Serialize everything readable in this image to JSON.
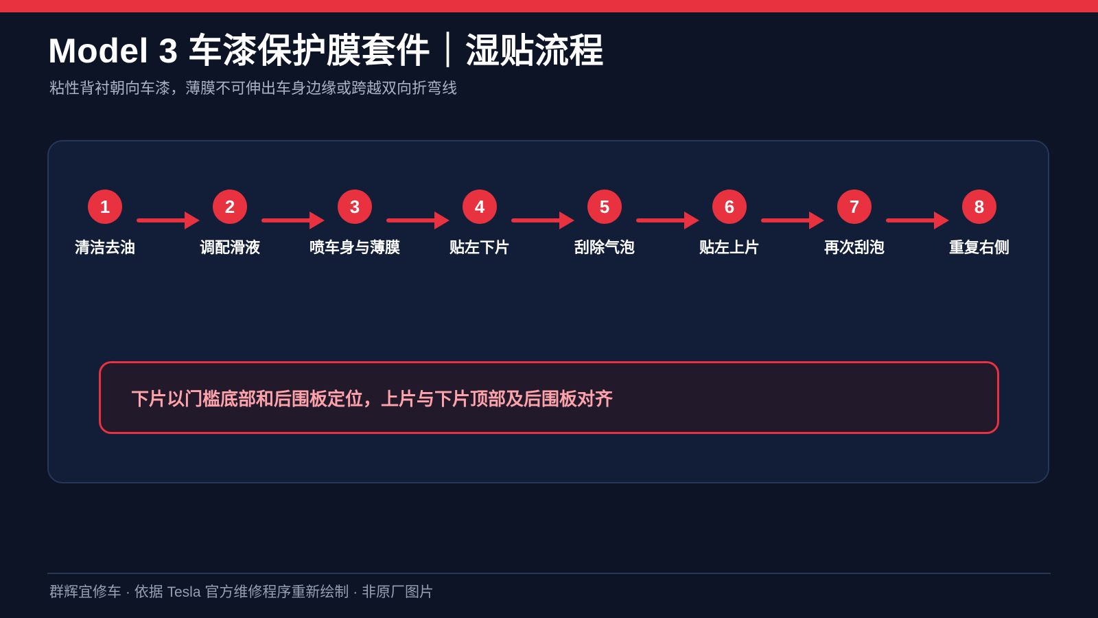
{
  "header": {
    "title": "Model 3 车漆保护膜套件｜湿贴流程",
    "subtitle": "粘性背衬朝向车漆，薄膜不可伸出车身边缘或跨越双向折弯线"
  },
  "flow": {
    "steps": [
      {
        "number": "1",
        "label": "清洁去油"
      },
      {
        "number": "2",
        "label": "调配滑液"
      },
      {
        "number": "3",
        "label": "喷车身与薄膜"
      },
      {
        "number": "4",
        "label": "贴左下片"
      },
      {
        "number": "5",
        "label": "刮除气泡"
      },
      {
        "number": "6",
        "label": "贴左上片"
      },
      {
        "number": "7",
        "label": "再次刮泡"
      },
      {
        "number": "8",
        "label": "重复右侧"
      }
    ]
  },
  "note": {
    "text": "下片以门槛底部和后围板定位，上片与下片顶部及后围板对齐"
  },
  "footer": {
    "text": "群辉宜修车 · 依据 Tesla 官方维修程序重新绘制 · 非原厂图片"
  },
  "colors": {
    "accent": "#e8323f",
    "background": "#0c1425",
    "panel": "#121e37",
    "note_text": "#ffa3ab"
  }
}
